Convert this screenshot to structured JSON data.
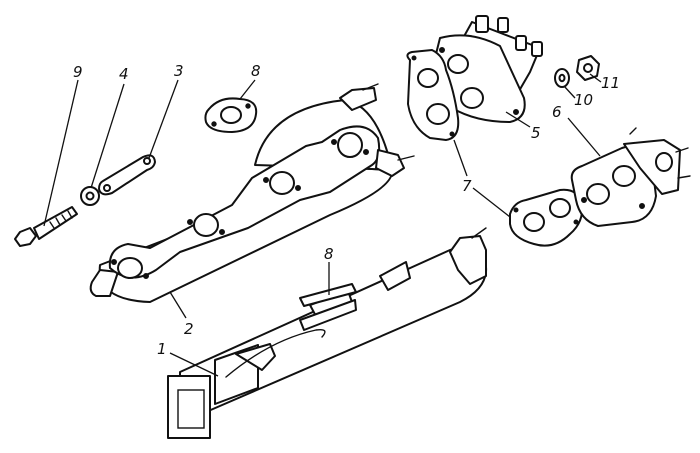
{
  "diagram": {
    "background": "#ffffff",
    "line_color": "#111111",
    "callouts": {
      "c1": "1",
      "c2": "2",
      "c3": "3",
      "c4": "4",
      "c5": "5",
      "c6": "6",
      "c7": "7",
      "c8_top": "8",
      "c8_mid": "8",
      "c9": "9",
      "c10": "10",
      "c11": "11"
    }
  }
}
